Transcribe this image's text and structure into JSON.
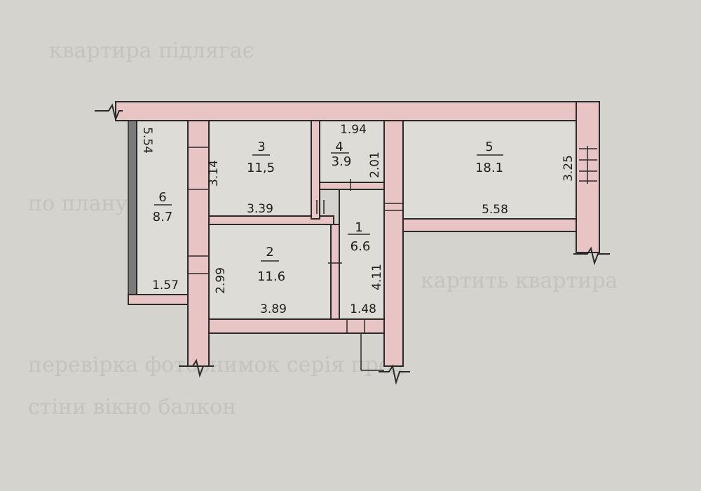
{
  "rooms": [
    {
      "number": "1",
      "area": "6.6"
    },
    {
      "number": "2",
      "area": "11.6"
    },
    {
      "number": "3",
      "area": "11,5"
    },
    {
      "number": "4",
      "area": "3.9"
    },
    {
      "number": "5",
      "area": "18.1"
    },
    {
      "number": "6",
      "area": "8.7"
    }
  ],
  "dimensions": {
    "room6_length": "5.54",
    "room6_width": "1.57",
    "room3_height": "3.14",
    "room3_width": "3.39",
    "room4_width": "1.94",
    "room4_height": "2.01",
    "room2_height": "2.99",
    "room2_width": "3.89",
    "room1_length": "4.11",
    "room1_width": "1.48",
    "room5_width": "5.58",
    "room5_height": "3.25"
  },
  "background_text": [
    "квартира підлягає",
    "картить квартира",
    "перевірка фотознимок серія пред",
    "стіни вікно балкон",
    "по плану"
  ]
}
